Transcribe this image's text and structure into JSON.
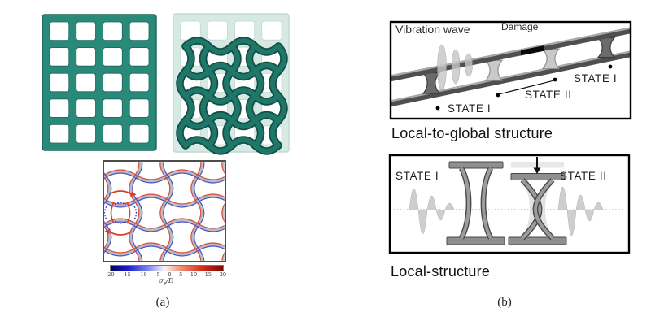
{
  "figure": {
    "panel_a": {
      "caption": "(a)",
      "stress_plot": {
        "colorbar_ticks": [
          -20,
          -15,
          -10,
          -5,
          0,
          5,
          10,
          15,
          20
        ],
        "colorbar_label_sigma": "σ",
        "colorbar_label_sub": "s",
        "colorbar_label_rest": "/E",
        "colorbar_gradient": [
          "#03045e 0%",
          "#1a1ace 15%",
          "#7b86ea 33%",
          "#f8f6f5 48%",
          "#f0927c 62%",
          "#d42a16 82%",
          "#7a0b04 100%"
        ]
      }
    },
    "panel_b": {
      "caption": "(b)",
      "top_box": {
        "vibration_label": "Vibration wave",
        "damage_label": "Damage",
        "state1_left": "STATE I",
        "state2": "STATE II",
        "state1_right": "STATE I",
        "title": "Local-to-global structure"
      },
      "bottom_box": {
        "state1": "STATE I",
        "state2": "STATE II",
        "title": "Local-structure"
      }
    },
    "colors": {
      "teal": "#2a8a7a",
      "teal_outline": "#1a655a",
      "teal_faded": "#d6e9e3",
      "teal_faded_outline": "#bfd9d1",
      "teal_deformed": "#1e7769",
      "teal_deformed_outline": "#124f45",
      "mesh_gray": "#b7b7c1",
      "mesh_red": "#d8402c",
      "mesh_blue": "#3a49c4",
      "plot_frame": "#3a3a3a",
      "rail_dark": "#4f4f4f",
      "rail_light": "#a9a9a9",
      "column_dark": "#6b6b6b",
      "column_dark_outline": "#383838",
      "column_light": "#c9c9c9",
      "column_light_outline": "#8b8b8b",
      "wave_gray": "#c6c6c6",
      "bar_gray": "#8f8f8f",
      "bar_outline": "#4a4a4a",
      "ghost_gray": "#d6d6d6",
      "dotted_line": "#999999",
      "ink": "#0a0a0a"
    }
  }
}
